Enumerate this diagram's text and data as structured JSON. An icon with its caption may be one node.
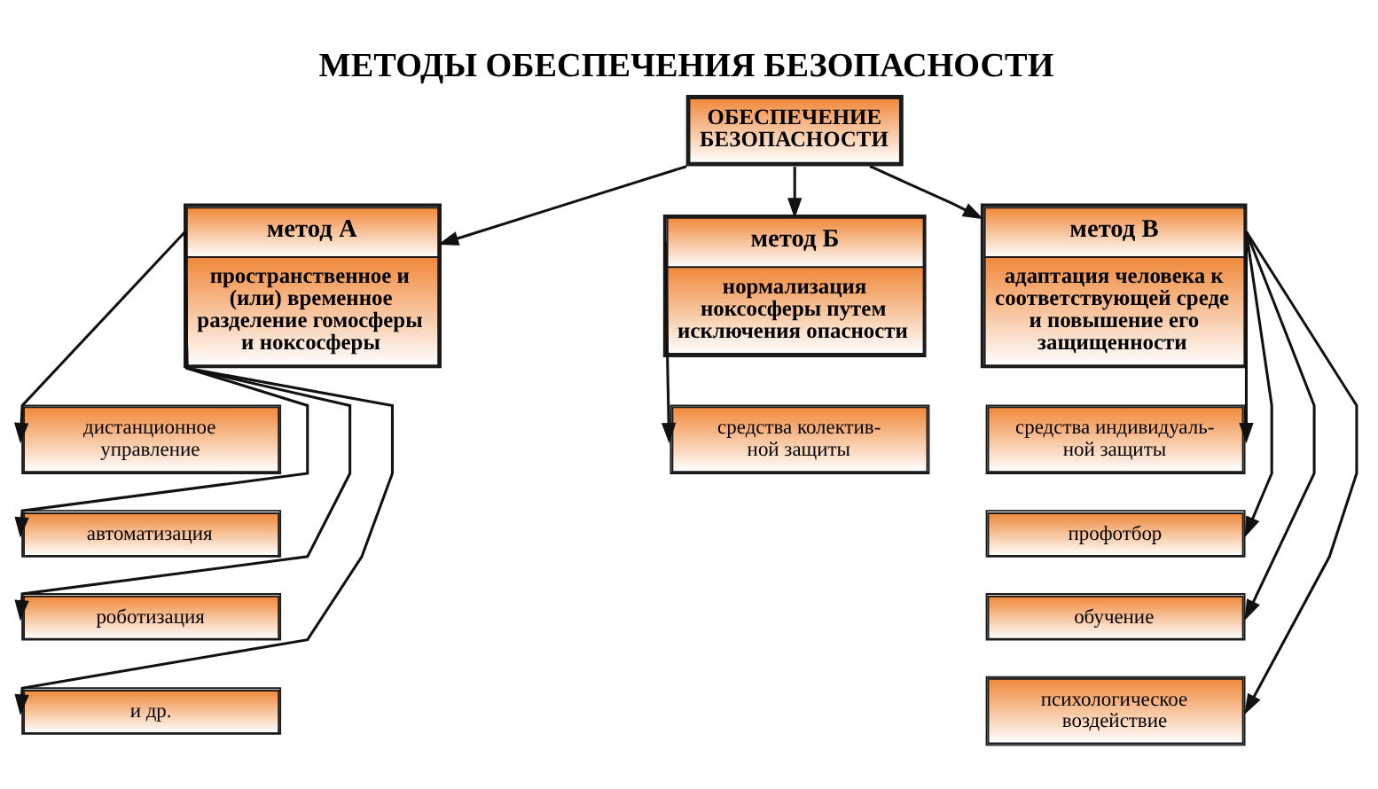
{
  "diagram": {
    "title": "МЕТОДЫ ОБЕСПЕЧЕНИЯ БЕЗОПАСНОСТИ",
    "nodes": [
      {
        "text": [
          "ОБЕСПЕЧЕНИЕ БЕЗОПАСНОСТИ"
        ]
      },
      {
        "text": [
          "метод А",
          "пространственное и (или) временное разделение гомосферы и ноксосферы"
        ]
      },
      {
        "text": [
          "метод Б",
          "нормализация ноксосферы путем исключения опасности"
        ]
      },
      {
        "text": [
          "метод В",
          "адаптация человека к соответствующей среде и повышение его защищенности"
        ]
      },
      {
        "text": [
          "дистанционное управление"
        ]
      },
      {
        "text": [
          "автоматизация"
        ]
      },
      {
        "text": [
          "роботизация"
        ]
      },
      {
        "text": [
          "и др."
        ]
      },
      {
        "text": [
          "средства колектив- ной защиты"
        ]
      },
      {
        "text": [
          "средства индивидуаль- ной защиты"
        ]
      },
      {
        "text": [
          "профотбор"
        ]
      },
      {
        "text": [
          "обучение"
        ]
      },
      {
        "text": [
          "психологическое воздействие"
        ]
      }
    ],
    "edges": [
      {
        "from": 0,
        "to": 1,
        "arrow": "to"
      },
      {
        "from": 0,
        "to": 2,
        "arrow": "to"
      },
      {
        "from": 0,
        "to": 3,
        "arrow": "to"
      },
      {
        "from": 1,
        "to": 4,
        "arrow": "to"
      },
      {
        "from": 1,
        "to": 5,
        "arrow": "to"
      },
      {
        "from": 1,
        "to": 6,
        "arrow": "to"
      },
      {
        "from": 1,
        "to": 7,
        "arrow": "to"
      },
      {
        "from": 2,
        "to": 8,
        "arrow": "to"
      },
      {
        "from": 3,
        "to": 9,
        "arrow": "to"
      },
      {
        "from": 3,
        "to": 10,
        "arrow": "to"
      },
      {
        "from": 3,
        "to": 11,
        "arrow": "to"
      },
      {
        "from": 3,
        "to": 12,
        "arrow": "to"
      }
    ]
  }
}
